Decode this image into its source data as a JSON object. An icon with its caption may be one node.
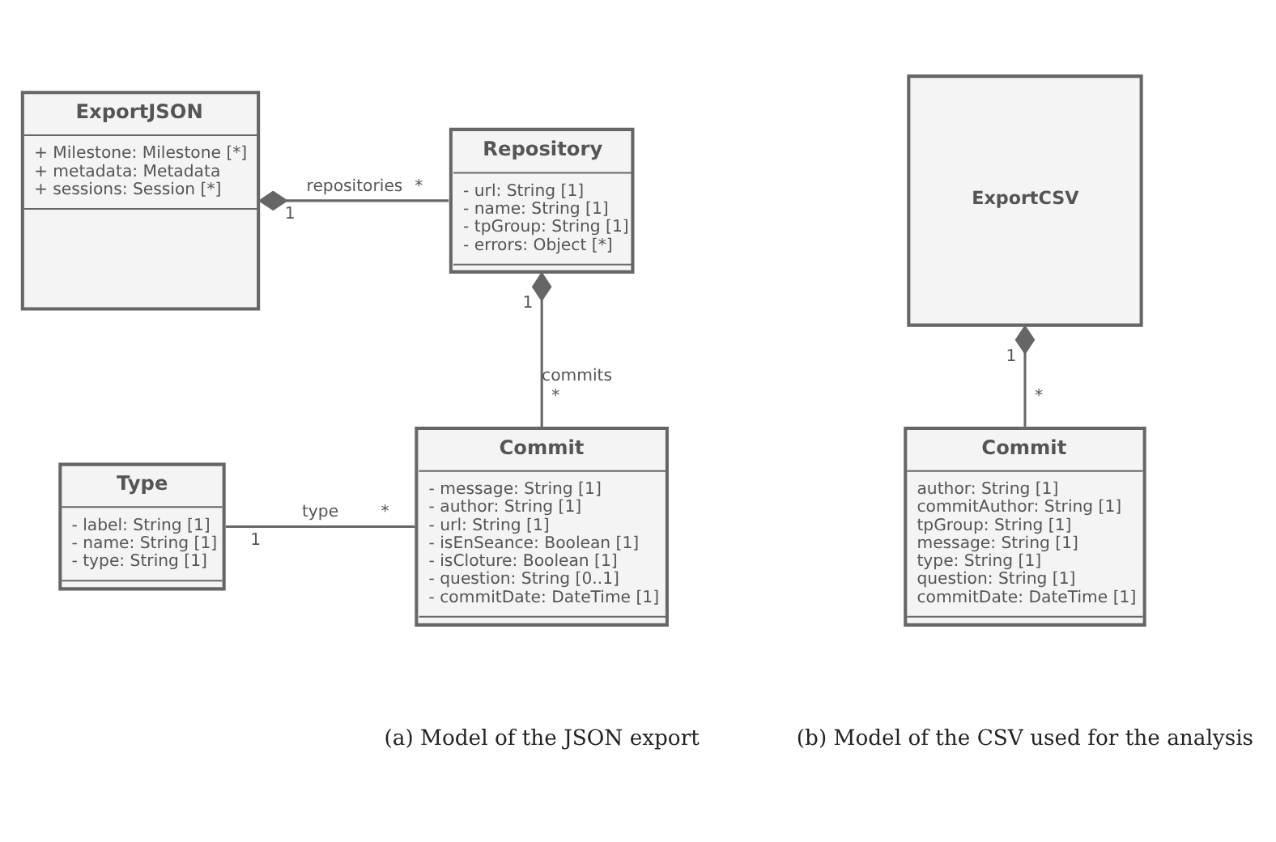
{
  "diagram": {
    "nodes": [
      {
        "text": [
          "ExportJSON",
          "+ Milestone: Milestone [*]",
          "+ metadata: Metadata",
          "+ sessions: Session [*]"
        ]
      },
      {
        "text": [
          "Repository",
          "- url: String [1]",
          "- name: String [1]",
          "- tpGroup: String [1]",
          "- errors: Object [*]"
        ]
      },
      {
        "text": [
          "Commit",
          "- message: String [1]",
          "- author: String [1]",
          "- url: String [1]",
          "- isEnSeance: Boolean [1]",
          "- isCloture: Boolean [1]",
          "- question: String [0..1]",
          "- commitDate: DateTime [1]"
        ]
      },
      {
        "text": [
          "Type",
          "- label: String [1]",
          "- name: String [1]",
          "- type: String [1]"
        ]
      },
      {
        "text": [
          "ExportCSV"
        ]
      },
      {
        "text": [
          "Commit",
          "author: String [1]",
          "commitAuthor: String [1]",
          "tpGroup: String [1]",
          "message: String [1]",
          "type: String [1]",
          "question: String [1]",
          "commitDate: DateTime [1]"
        ]
      }
    ],
    "edges": [
      {
        "from": 0,
        "to": 1,
        "arrow": "other",
        "label": "repositories"
      },
      {
        "from": 1,
        "to": 2,
        "arrow": "other",
        "label": "commits"
      },
      {
        "from": 3,
        "to": 2,
        "arrow": "none",
        "label": "type"
      },
      {
        "from": 4,
        "to": 5,
        "arrow": "other"
      }
    ],
    "labels": [
      "1",
      "*",
      "1",
      "1",
      "*",
      "*",
      "*",
      "1",
      "(a) Model of the JSON export",
      "(b) Model of the CSV used for the analysis"
    ]
  }
}
